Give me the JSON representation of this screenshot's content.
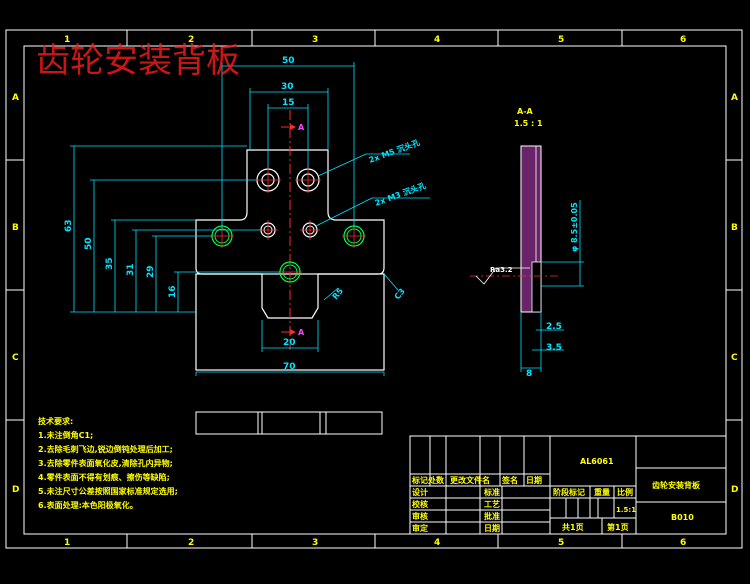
{
  "watermark": "齿轮安装背板",
  "frame": {
    "columns": [
      "1",
      "2",
      "3",
      "4",
      "5",
      "6"
    ],
    "rows": [
      "A",
      "B",
      "C",
      "D"
    ]
  },
  "front_view": {
    "dims": {
      "d50": "50",
      "d30": "30",
      "d15": "15",
      "d20": "20",
      "d70": "70",
      "v63": "63",
      "v50": "50",
      "v35": "35",
      "v31": "31",
      "v29": "29",
      "v16": "16"
    },
    "section_mark_top": "A",
    "section_mark_bottom": "A",
    "note_m5": "2x M5 沉头孔",
    "note_m3": "2x M3 沉头孔",
    "chamfer_label": "R5",
    "corner_label": "C3"
  },
  "section_view": {
    "title": "A-A",
    "scale": "1.5 : 1",
    "dim_dia": "φ 8.5±0.05",
    "dim_ra": "Ra3.2",
    "dim_25": "2.5",
    "dim_35": "3.5",
    "dim_8": "8"
  },
  "tech_req": {
    "heading": "技术要求:",
    "items": [
      "1.未注倒角C1;",
      "2.去除毛刺飞边,锐边倒钝处理后加工;",
      "3.去除零件表面氧化皮,清除孔内异物;",
      "4.零件表面不得有划痕、擦伤等缺陷;",
      "5.未注尺寸公差按照国家标准规定选用;",
      "6.表面处理:本色阳极氧化。"
    ]
  },
  "title_block": {
    "drawing_no": "AL6061",
    "part_name": "齿轮安装背板",
    "code": "B010",
    "scale": "1.5:1",
    "header_cells": [
      "标记处数",
      "更改文件名",
      "签名",
      "日期"
    ],
    "left_rows": [
      {
        "a": "设计",
        "b": "标准"
      },
      {
        "a": "校核",
        "b": "工艺"
      },
      {
        "a": "审核",
        "b": "批准"
      },
      {
        "a": "审定",
        "b": "日期"
      }
    ],
    "stage_cells": [
      "阶段标记",
      "重量",
      "比例"
    ],
    "sheet_total": "共1页",
    "sheet_no": "第1页"
  }
}
